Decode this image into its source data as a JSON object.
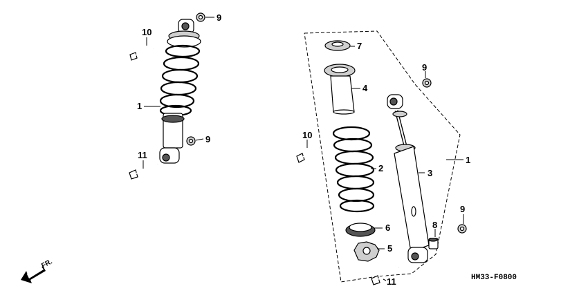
{
  "callouts": {
    "assembled": {
      "c1": "1",
      "c9a": "9",
      "c9b": "9",
      "c10": "10",
      "c11": "11"
    },
    "exploded": {
      "c1": "1",
      "c2": "2",
      "c3": "3",
      "c4": "4",
      "c5": "5",
      "c6": "6",
      "c7": "7",
      "c8": "8",
      "c9a": "9",
      "c9b": "9",
      "c10": "10",
      "c11": "11"
    }
  },
  "diagram_code": "HM33-F0800",
  "direction_label": "FR.",
  "icons": {
    "front_arrow": "front-direction-arrow-icon"
  }
}
